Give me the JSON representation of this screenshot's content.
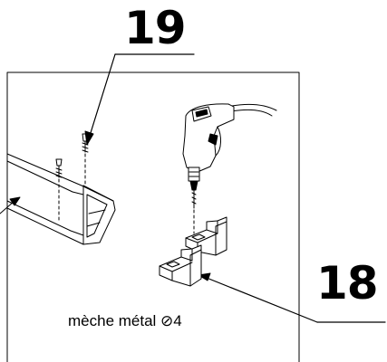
{
  "callouts": {
    "first": "19",
    "second": "18"
  },
  "note": {
    "text": "mèche métal ⊘4"
  },
  "icons": [
    "electric-drill-icon",
    "screw-icon",
    "rail-profile",
    "bracket-block"
  ],
  "colors": {
    "line": "#000000",
    "background": "#ffffff"
  }
}
